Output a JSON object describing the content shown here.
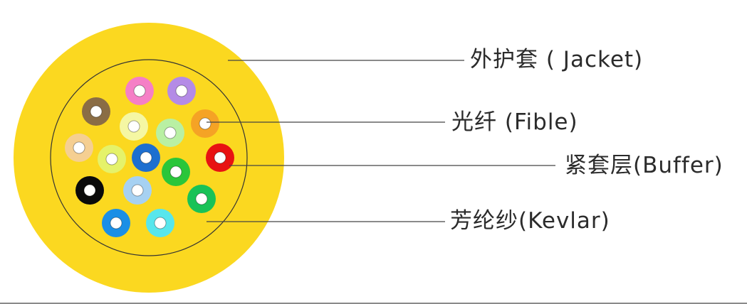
{
  "diagram": {
    "labels": {
      "jacket": "外护套 ( Jacket)",
      "fiber": "光纤 (Fible)",
      "buffer": "紧套层(Buffer)",
      "kevlar": "芳纶纱(Kevlar)"
    },
    "colors": {
      "jacket": "#fbd820",
      "kevlar": "#fbd820",
      "leader_line": "#444444",
      "fiber_core": "#ffffff"
    },
    "fibers": [
      {
        "name": "pink",
        "color": "#f57fc6"
      },
      {
        "name": "violet",
        "color": "#b48be6"
      },
      {
        "name": "brown",
        "color": "#8a6d45"
      },
      {
        "name": "light-yellow",
        "color": "#f5f7a3"
      },
      {
        "name": "orange",
        "color": "#f5a325"
      },
      {
        "name": "light-green",
        "color": "#b9f0a3"
      },
      {
        "name": "tan",
        "color": "#f5cf92"
      },
      {
        "name": "lime",
        "color": "#e5f26a"
      },
      {
        "name": "blue",
        "color": "#1d6fd0"
      },
      {
        "name": "red",
        "color": "#e81212"
      },
      {
        "name": "green",
        "color": "#2ac63a"
      },
      {
        "name": "black",
        "color": "#0a0a0a"
      },
      {
        "name": "light-blue",
        "color": "#a6d1f2"
      },
      {
        "name": "emerald",
        "color": "#19c257"
      },
      {
        "name": "azure",
        "color": "#1a8fe6"
      },
      {
        "name": "cyan",
        "color": "#58e6ec"
      }
    ]
  }
}
